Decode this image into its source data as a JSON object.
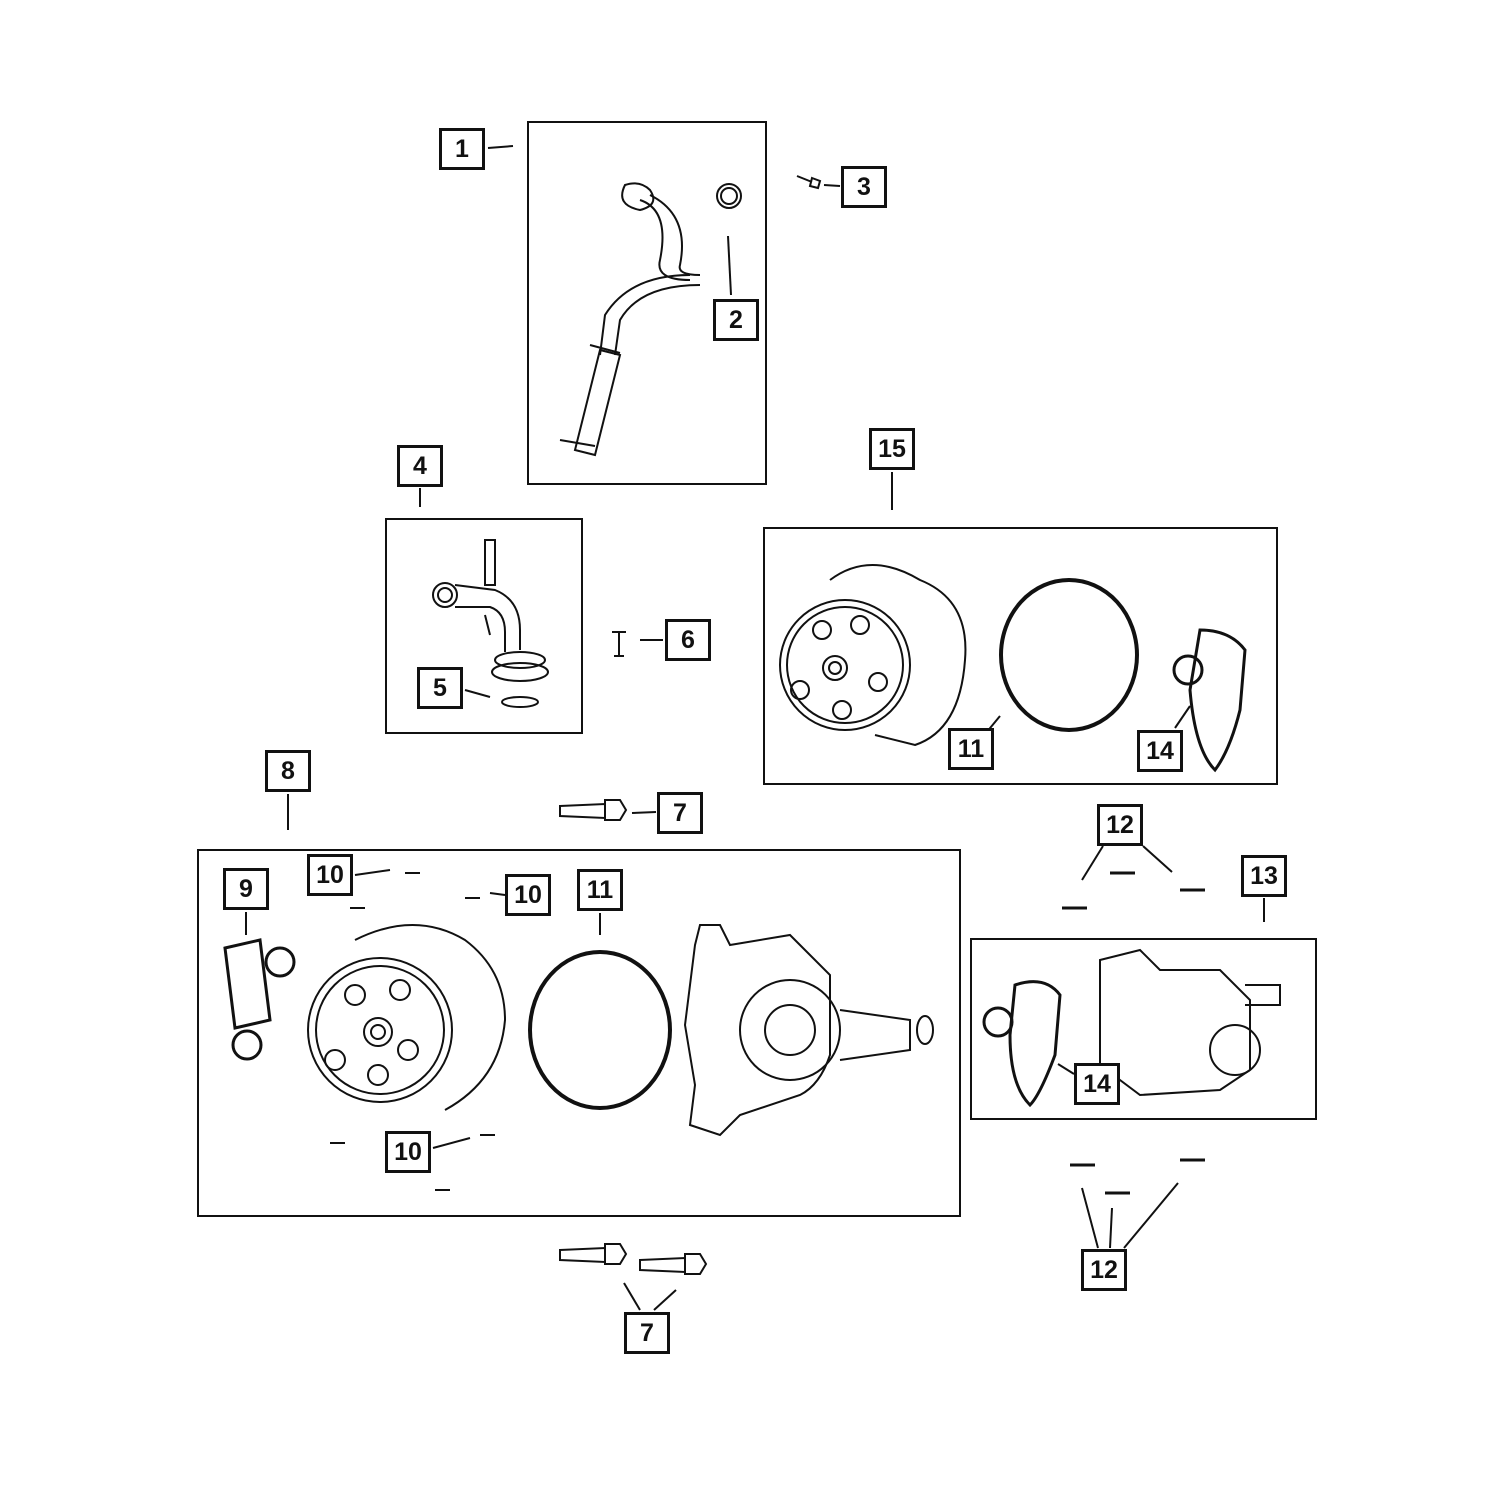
{
  "diagram": {
    "callouts": [
      {
        "id": "c1",
        "label": "1"
      },
      {
        "id": "c2",
        "label": "2"
      },
      {
        "id": "c3",
        "label": "3"
      },
      {
        "id": "c4",
        "label": "4"
      },
      {
        "id": "c5",
        "label": "5"
      },
      {
        "id": "c6",
        "label": "6"
      },
      {
        "id": "c7a",
        "label": "7"
      },
      {
        "id": "c8",
        "label": "8"
      },
      {
        "id": "c9",
        "label": "9"
      },
      {
        "id": "c10a",
        "label": "10"
      },
      {
        "id": "c10b",
        "label": "10"
      },
      {
        "id": "c11a",
        "label": "11"
      },
      {
        "id": "c10c",
        "label": "10"
      },
      {
        "id": "c15",
        "label": "15"
      },
      {
        "id": "c11b",
        "label": "11"
      },
      {
        "id": "c14a",
        "label": "14"
      },
      {
        "id": "c12a",
        "label": "12"
      },
      {
        "id": "c13",
        "label": "13"
      },
      {
        "id": "c14b",
        "label": "14"
      },
      {
        "id": "c12b",
        "label": "12"
      },
      {
        "id": "c7b",
        "label": "7"
      }
    ]
  }
}
